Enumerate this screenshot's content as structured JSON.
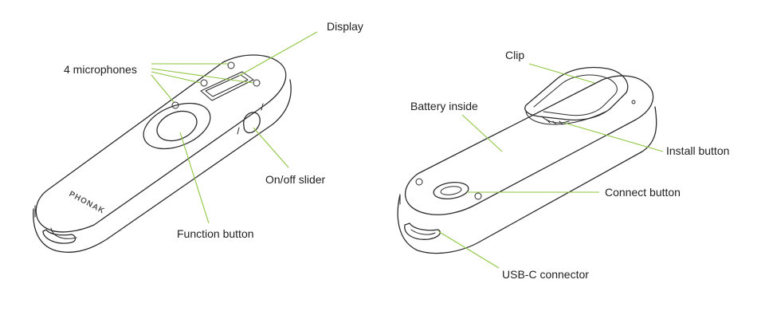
{
  "colors": {
    "leader": "#8dc63f",
    "outline": "#2b2b2b",
    "text": "#222222"
  },
  "front_device": {
    "brand": "PHONAK",
    "labels": {
      "display": "Display",
      "microphones": "4 microphones",
      "function_button": "Function button",
      "on_off_slider": "On/off slider"
    }
  },
  "back_device": {
    "labels": {
      "clip": "Clip",
      "battery": "Battery inside",
      "install_button": "Install button",
      "connect_button": "Connect button",
      "usb_c": "USB-C connector"
    }
  }
}
